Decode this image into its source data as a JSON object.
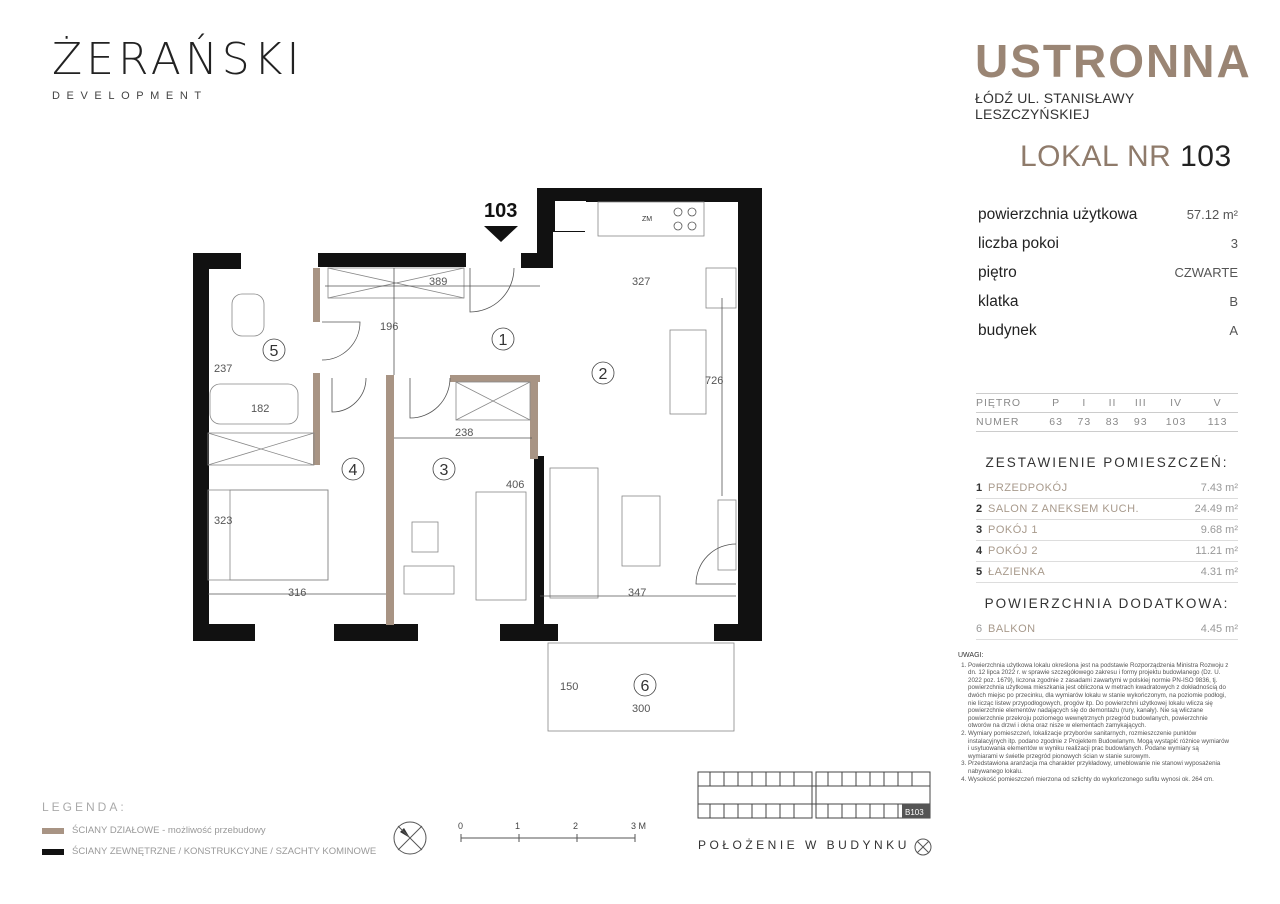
{
  "header": {
    "developer_name": "ŻERAŃSKI",
    "developer_sub": "DEVELOPMENT",
    "project_name": "USTRONNA",
    "project_address": "ŁÓDŹ UL. STANISŁAWY LESZCZYŃSKIEJ"
  },
  "lokal": {
    "label": "LOKAL NR",
    "number": "103"
  },
  "properties": [
    {
      "label": "powierzchnia użytkowa",
      "value": "57.12 m²"
    },
    {
      "label": "liczba pokoi",
      "value": "3"
    },
    {
      "label": "piętro",
      "value": "CZWARTE"
    },
    {
      "label": "klatka",
      "value": "B"
    },
    {
      "label": "budynek",
      "value": "A"
    }
  ],
  "floor_table": {
    "row1_label": "PIĘTRO",
    "row1": [
      "P",
      "I",
      "II",
      "III",
      "IV",
      "V"
    ],
    "row2_label": "NUMER",
    "row2": [
      "63",
      "73",
      "83",
      "93",
      "103",
      "113"
    ]
  },
  "rooms_title": "ZESTAWIENIE POMIESZCZEŃ:",
  "rooms": [
    {
      "num": "1",
      "name": "PRZEDPOKÓJ",
      "area": "7.43 m²"
    },
    {
      "num": "2",
      "name": "SALON Z ANEKSEM KUCH.",
      "area": "24.49 m²"
    },
    {
      "num": "3",
      "name": "POKÓJ 1",
      "area": "9.68 m²"
    },
    {
      "num": "4",
      "name": "POKÓJ 2",
      "area": "11.21 m²"
    },
    {
      "num": "5",
      "name": "ŁAZIENKA",
      "area": "4.31 m²"
    }
  ],
  "extra_title": "POWIERZCHNIA DODATKOWA:",
  "extra": [
    {
      "num": "6",
      "name": "BALKON",
      "area": "4.45 m²"
    }
  ],
  "uwagi": {
    "title": "UWAGI:",
    "items": [
      "Powierzchnia użytkowa lokalu określona jest na podstawie Rozporządzenia Ministra Rozwoju z dn. 12 lipca 2022 r. w sprawie szczegółowego zakresu i formy projektu budowlanego (Dz. U. 2022 poz. 1679), liczona zgodnie z zasadami zawartymi w polskiej normie PN-ISO 9836, tj. powierzchnia użytkowa mieszkania jest obliczona w metrach kwadratowych z dokładnością do dwóch miejsc po przecinku, dla wymiarów lokalu w stanie wykończonym, na poziomie podłogi, nie licząc listew przypodłogowych, progów itp. Do powierzchni użytkowej lokalu wlicza się powierzchnie elementów nadających się do demontażu (rury, kanały). Nie są wliczane powierzchnie przekroju poziomego wewnętrznych przegród budowlanych, powierzchnie otworów na drzwi i okna oraz nisze w elementach zamykających.",
      "Wymiary pomieszczeń, lokalizacje przyborów sanitarnych, rozmieszczenie punktów instalacyjnych itp. podano zgodnie z Projektem Budowlanym. Mogą wystąpić różnice wymiarów i usytuowania elementów w wyniku realizacji prac budowlanych. Podane wymiary są wymiarami w świetle przegród pionowych ścian w stanie surowym.",
      "Przedstawiona aranżacja ma charakter przykładowy, umeblowanie nie stanowi wyposażenia nabywanego lokalu.",
      "Wysokość pomieszczeń mierzona od szlichty do wykończonego sufitu wynosi ok. 264 cm."
    ]
  },
  "legend": {
    "title": "LEGENDA:",
    "items": [
      {
        "label": "ŚCIANY DZIAŁOWE - możliwość przebudowy",
        "color": "#a89484"
      },
      {
        "label": "ŚCIANY ZEWNĘTRZNE / KONSTRUKCYJNE / SZACHTY KOMINOWE",
        "color": "#111111"
      }
    ]
  },
  "scale": {
    "labels": [
      "0",
      "1",
      "2",
      "3 M"
    ]
  },
  "position": {
    "label": "POŁOŻENIE W BUDYNKU",
    "marker": "B103"
  },
  "plan": {
    "unit_label": "103",
    "zm_label": "ZM",
    "room_numbers": [
      "1",
      "2",
      "3",
      "4",
      "5",
      "6"
    ],
    "dimensions": [
      "389",
      "327",
      "196",
      "726",
      "237",
      "182",
      "238",
      "406",
      "323",
      "316",
      "347",
      "300",
      "150"
    ]
  },
  "colors": {
    "brand": "#9a8574",
    "partition": "#a89484",
    "structural": "#111111"
  }
}
